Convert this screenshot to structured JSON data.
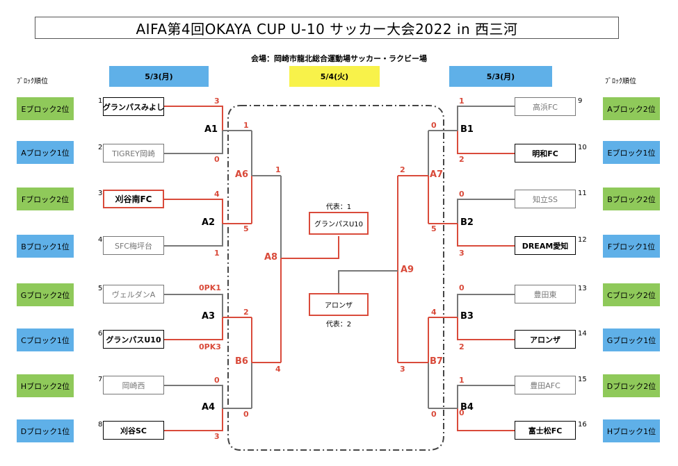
{
  "title": "AIFA第4回OKAYA CUP U-10 サッカー大会2022 in 西三河",
  "venue": "会場：岡崎市龍北総合運動場サッカー・ラクビー場",
  "dates": {
    "left": "5/3(月)",
    "center": "5/4(火)",
    "right": "5/3(月)"
  },
  "rank_header": "ﾌﾞﾛｯｸ順位",
  "left_ranks": [
    "Eブロック2位",
    "Aブロック1位",
    "Fブロック2位",
    "Bブロック1位",
    "Gブロック2位",
    "Cブロック1位",
    "Hブロック2位",
    "Dブロック1位"
  ],
  "right_ranks": [
    "Aブロック2位",
    "Eブロック1位",
    "Bブロック2位",
    "Fブロック1位",
    "Cブロック2位",
    "Gブロック1位",
    "Dブロック2位",
    "Hブロック1位"
  ],
  "left_teams": [
    {
      "seed": "1",
      "name": "グランパスみよし"
    },
    {
      "seed": "2",
      "name": "TIGREY岡崎"
    },
    {
      "seed": "3",
      "name": "刈谷南FC"
    },
    {
      "seed": "4",
      "name": "SFC梅坪台"
    },
    {
      "seed": "5",
      "name": "ヴェルダンA"
    },
    {
      "seed": "6",
      "name": "グランパスU10"
    },
    {
      "seed": "7",
      "name": "岡崎西"
    },
    {
      "seed": "8",
      "name": "刈谷SC"
    }
  ],
  "right_teams": [
    {
      "seed": "9",
      "name": "高浜FC"
    },
    {
      "seed": "10",
      "name": "明和FC"
    },
    {
      "seed": "11",
      "name": "知立SS"
    },
    {
      "seed": "12",
      "name": "DREAM愛知"
    },
    {
      "seed": "13",
      "name": "豊田東"
    },
    {
      "seed": "14",
      "name": "アロンザ"
    },
    {
      "seed": "15",
      "name": "豊田AFC"
    },
    {
      "seed": "16",
      "name": "富士松FC"
    }
  ],
  "left_r1_scores": [
    "3",
    "0",
    "4",
    "1",
    "0PK1",
    "0PK3",
    "0",
    "3"
  ],
  "right_r1_scores": [
    "1",
    "2",
    "0",
    "3",
    "0",
    "2",
    "1",
    "0"
  ],
  "match_labels": {
    "A1": "A1",
    "A2": "A2",
    "A3": "A3",
    "A4": "A4",
    "B1": "B1",
    "B2": "B2",
    "B3": "B3",
    "B4": "B4",
    "A6": "A6",
    "B6": "B6",
    "A7": "A7",
    "B7": "B7",
    "A8": "A8",
    "A9": "A9"
  },
  "r2_scores": {
    "A6_top": "1",
    "A6_bottom": "5",
    "B6_top": "2",
    "B6_bottom": "0",
    "A7_top": "0",
    "A7_bottom": "5",
    "B7_top": "4",
    "B7_bottom": "0"
  },
  "sf_scores": {
    "A8_top": "1",
    "A8_bottom": "4",
    "A9_top": "2",
    "A9_bottom": "3"
  },
  "final": {
    "rep1_label": "代表：1",
    "rep1_team": "グランパスU10",
    "rep2_label": "代表：2",
    "rep2_team": "アロンザ"
  }
}
